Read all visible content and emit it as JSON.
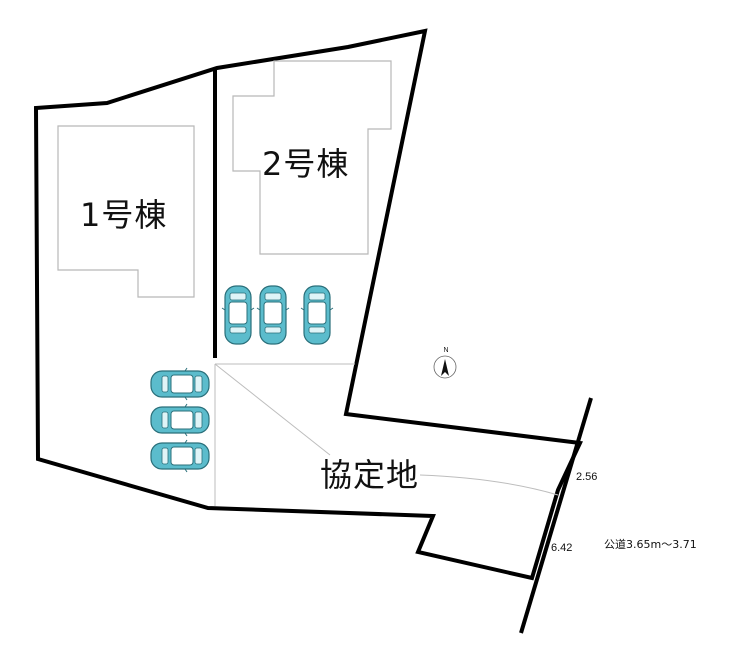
{
  "buildings": [
    {
      "id": "1",
      "label": "1号棟"
    },
    {
      "id": "2",
      "label": "2号棟"
    }
  ],
  "site": {
    "label": "協定地"
  },
  "dimensions": {
    "frontage_top": "2.56",
    "frontage_bottom": "6.42"
  },
  "road": {
    "label": "公道3.65m～3.71"
  },
  "compass": {
    "north_letter": "N",
    "icon": "north-arrow-icon"
  },
  "parking": {
    "spaces_building2": 3,
    "spaces_building1": 3,
    "car_color": "#5bbccc"
  },
  "colors": {
    "boundary": "#000000",
    "footprint": "#b8b8b8",
    "car_body": "#5bbccc"
  }
}
